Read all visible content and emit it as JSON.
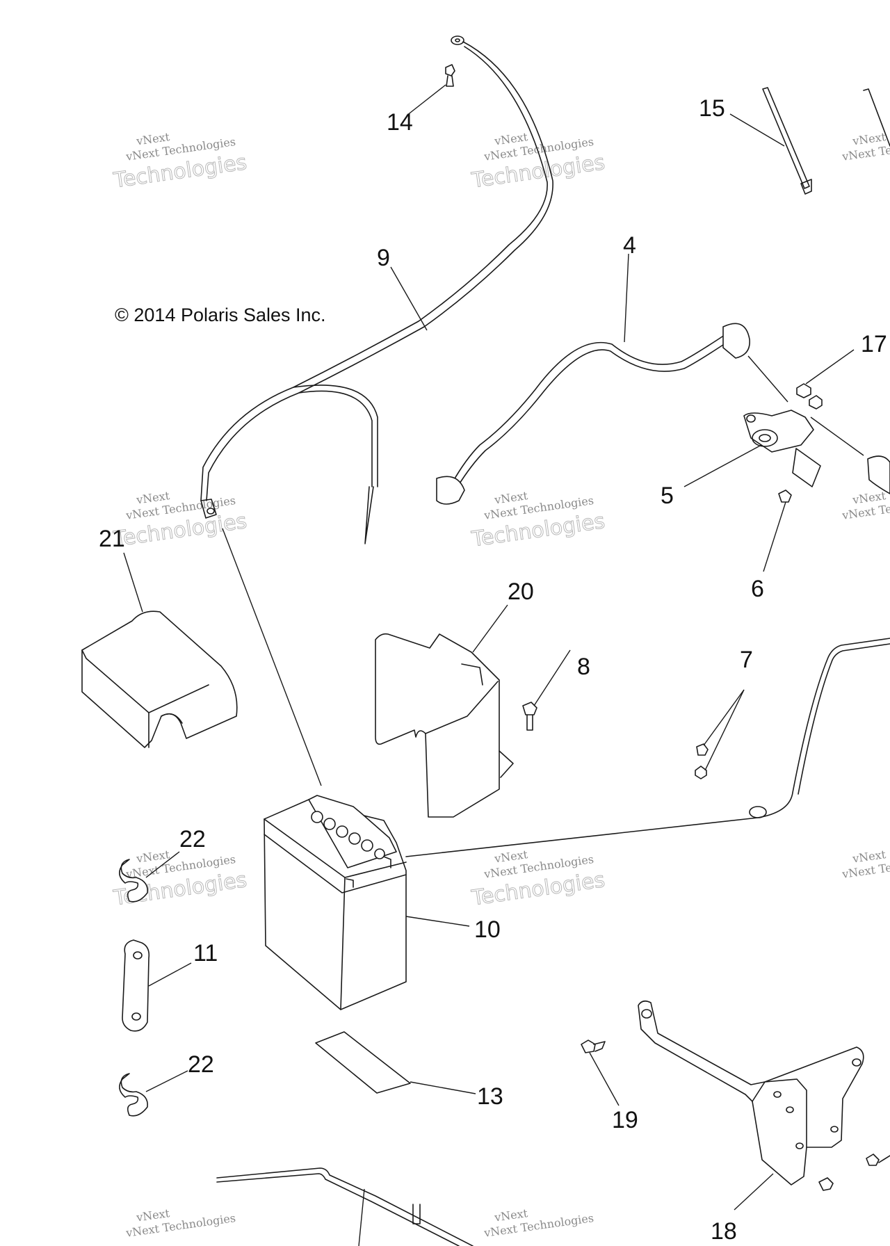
{
  "copyright": "© 2014 Polaris Sales Inc.",
  "watermark": {
    "line1": "vNext Technologies",
    "line2": "Technologies",
    "line3": "vNext"
  },
  "callouts": {
    "c14": "14",
    "c15": "15",
    "c9": "9",
    "c4": "4",
    "c17": "17",
    "c5": "5",
    "c6": "6",
    "c21": "21",
    "c20": "20",
    "c8": "8",
    "c7": "7",
    "c22a": "22",
    "c10": "10",
    "c11": "11",
    "c22b": "22",
    "c13": "13",
    "c19": "19",
    "c18": "18"
  },
  "colors": {
    "line": "#1a1a1a",
    "watermark": "#9a9a9a",
    "background": "#ffffff"
  }
}
